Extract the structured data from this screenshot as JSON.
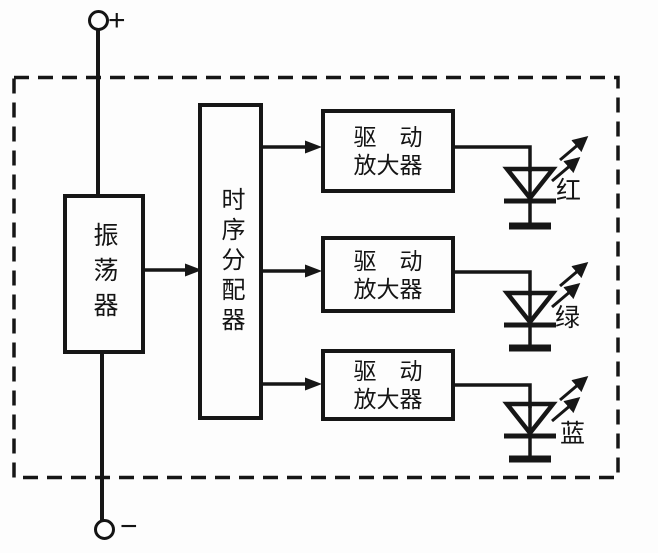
{
  "diagram": {
    "terminals": {
      "positive_label": "+",
      "negative_label": "−"
    },
    "blocks": {
      "oscillator": {
        "label": "振荡器"
      },
      "timing_distributor": {
        "label": "时序分配器"
      },
      "amplifiers": [
        {
          "line1": "驱　动",
          "line2": "放大器"
        },
        {
          "line1": "驱　动",
          "line2": "放大器"
        },
        {
          "line1": "驱　动",
          "line2": "放大器"
        }
      ]
    },
    "leds": [
      {
        "label": "红",
        "color_name": "red"
      },
      {
        "label": "绿",
        "color_name": "green"
      },
      {
        "label": "蓝",
        "color_name": "blue"
      }
    ],
    "colors": {
      "ink": "#161616",
      "background": "#fdfdfd"
    }
  }
}
